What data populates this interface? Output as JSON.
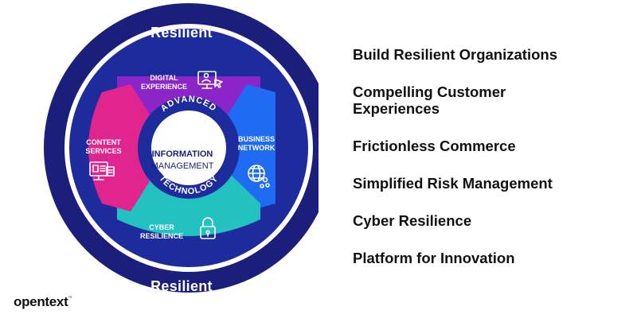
{
  "diagram": {
    "ring_top": "Resilient",
    "ring_bottom": "Resilient",
    "arc_top": "ADVANCED",
    "arc_bottom": "TECHNOLOGY",
    "center_line1": "INFORMATION",
    "center_line2": "MANAGEMENT",
    "segments": {
      "digital": {
        "line1": "DIGITAL",
        "line2": "EXPERIENCE",
        "icon": "monitor-person-icon"
      },
      "business": {
        "line1": "BUSINESS",
        "line2": "NETWORK",
        "icon": "globe-network-icon"
      },
      "cyber": {
        "line1": "CYBER",
        "line2": "RESILIENCE",
        "icon": "padlock-icon"
      },
      "content": {
        "line1": "CONTENT",
        "line2": "SERVICES",
        "icon": "documents-icon"
      }
    },
    "colors": {
      "outer_ring": "#1b1e7a",
      "inner_ring": "#1e2b9c",
      "digital": "#8a26c7",
      "business": "#1f6cf2",
      "cyber": "#24c1c1",
      "content": "#e0258f",
      "center_text": "#1b1e7a"
    }
  },
  "points": [
    "Build Resilient Organizations",
    "Compelling Customer\nExperiences",
    "Frictionless Commerce",
    "Simplified Risk Management",
    "Cyber Resilience",
    "Platform for Innovation"
  ],
  "brand": {
    "name": "opentext",
    "mark": "™"
  }
}
